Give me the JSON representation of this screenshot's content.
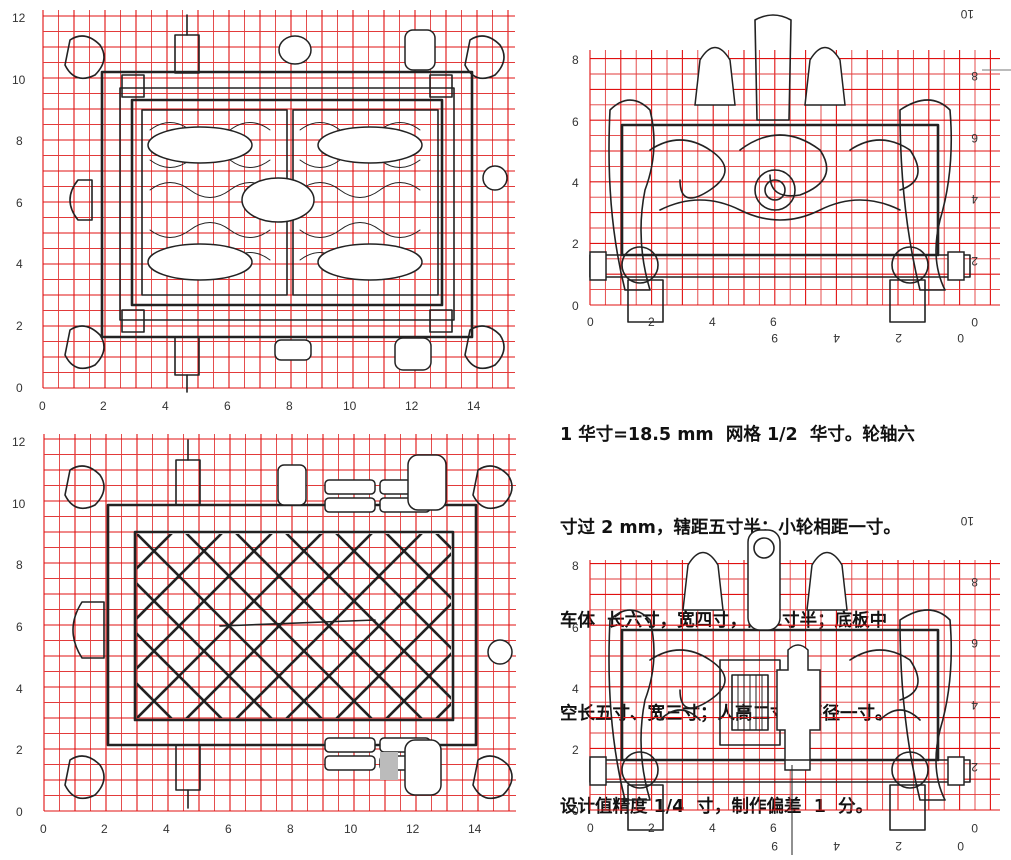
{
  "figure": {
    "spec_lines": [
      "1 华寸=18.5 mm  网格 1/2  华寸。轮轴六",
      "寸过 2 mm，辖距五寸半；小轮相距一寸。",
      "车体  长六寸，宽四寸，高二寸半；底板中",
      "空长五寸、宽三寸；人高二寸，环径一寸。",
      "设计值精度 1/4  寸，制作偏差  1  分。"
    ],
    "panels": [
      {
        "id": "top-left",
        "x_ticks": [
          "0",
          "2",
          "4",
          "6",
          "8",
          "10",
          "12",
          "14"
        ],
        "y_ticks": [
          "0",
          "2",
          "4",
          "6",
          "8",
          "10",
          "12"
        ]
      },
      {
        "id": "bottom-left",
        "x_ticks": [
          "0",
          "2",
          "4",
          "6",
          "8",
          "10",
          "12",
          "14"
        ],
        "y_ticks": [
          "0",
          "2",
          "4",
          "6",
          "8",
          "10",
          "12"
        ]
      },
      {
        "id": "top-right",
        "x_ticks": [
          "0",
          "2",
          "4",
          "6"
        ],
        "y_ticks": [
          "0",
          "2",
          "4",
          "6",
          "8"
        ],
        "x_ticks_mirrored": [
          "9",
          "4",
          "2",
          "0"
        ],
        "y_ticks_mirrored": [
          "0",
          "2",
          "4",
          "6",
          "8",
          "10"
        ]
      },
      {
        "id": "bottom-right",
        "x_ticks": [
          "0",
          "2",
          "4",
          "6"
        ],
        "y_ticks": [
          "0",
          "2",
          "4",
          "6",
          "8"
        ],
        "x_ticks_mirrored": [
          "9",
          "4",
          "2",
          "0"
        ],
        "y_ticks_mirrored": [
          "0",
          "2",
          "4",
          "6",
          "8",
          "10"
        ]
      }
    ]
  }
}
